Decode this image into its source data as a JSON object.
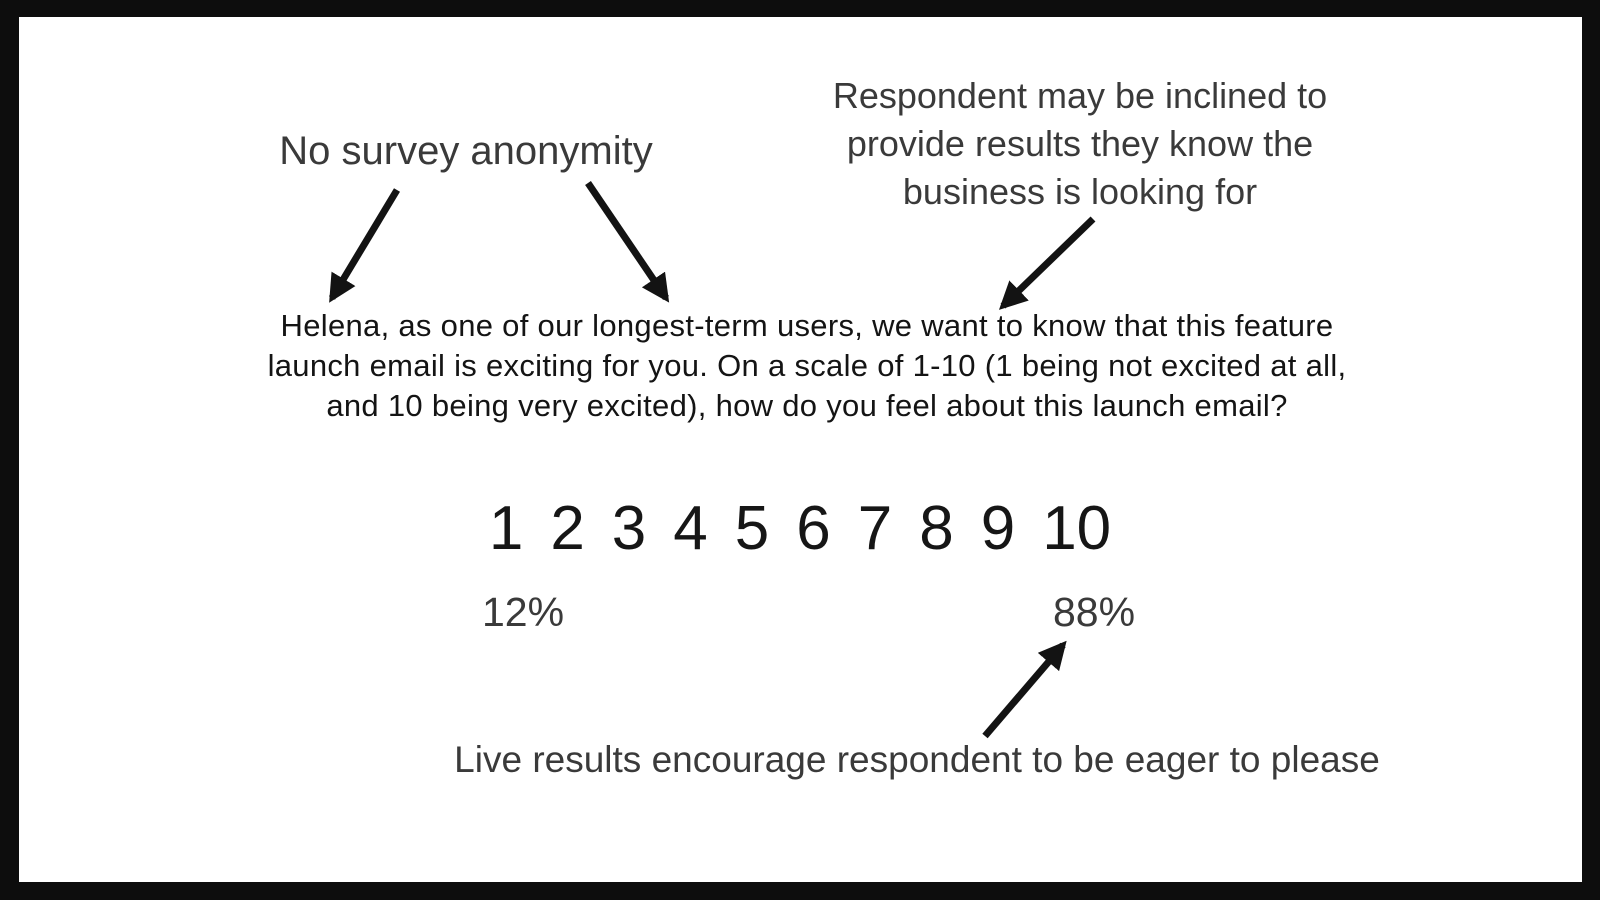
{
  "slide": {
    "frame_color": "#0d0d0d",
    "background_color": "#ffffff"
  },
  "annotations": {
    "no_anonymity": "No survey anonymity",
    "bias_lines": [
      "Respondent may be inclined to",
      "provide results they know the",
      "business is looking for"
    ],
    "live_results": "Live results encourage respondent to be eager to please"
  },
  "survey": {
    "question_lines": [
      "Helena, as one of our longest-term users, we want to know that this feature",
      "launch email is exciting for you. On a scale of 1-10 (1 being not excited at all,",
      "and 10 being very excited), how do you feel about this launch email?"
    ],
    "scale_options": [
      "1",
      "2",
      "3",
      "4",
      "5",
      "6",
      "7",
      "8",
      "9",
      "10"
    ],
    "results": [
      {
        "option": "1",
        "percent": "12%"
      },
      {
        "option": "10",
        "percent": "88%"
      }
    ]
  },
  "colors": {
    "label_text": "#3a3a3a",
    "question_text": "#141414",
    "arrow": "#131313"
  }
}
